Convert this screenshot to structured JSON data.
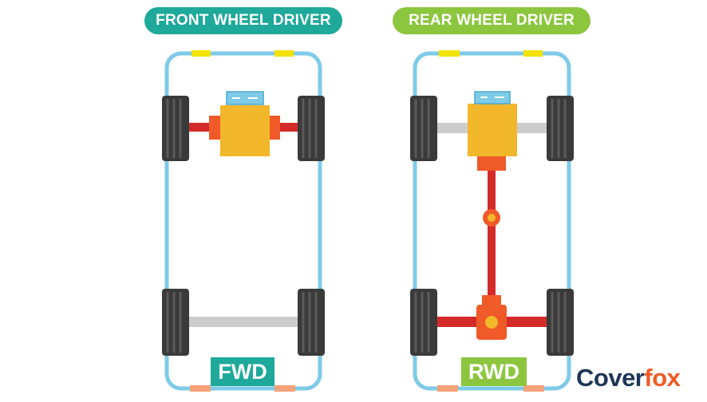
{
  "labels": {
    "fwd_title": "FRONT WHEEL DRIVER",
    "rwd_title": "REAR WHEEL DRIVER",
    "fwd_badge": "FWD",
    "rwd_badge": "RWD"
  },
  "logo": {
    "part1": "Cover",
    "part2": "fox"
  },
  "colors": {
    "fwd_accent": "#1fa99a",
    "rwd_accent": "#8cc63f",
    "frame": "#7ecbe8",
    "tire": "#3a3a3a",
    "engine": "#f2b72a",
    "axle_driven": "#d42a2a",
    "axle_passive": "#cccccc",
    "headlight": "#f4e300",
    "taillight": "#f6a27a"
  }
}
